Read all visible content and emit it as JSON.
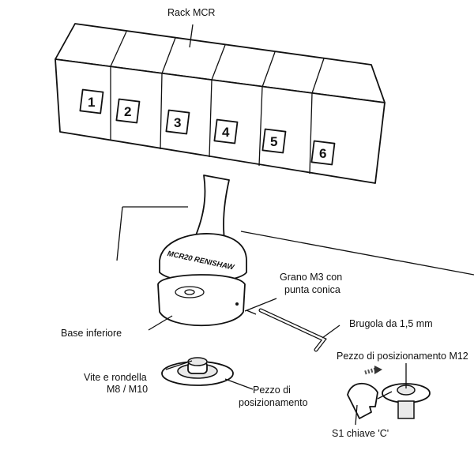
{
  "labels": {
    "rack": "Rack MCR",
    "grub_screw_line1": "Grano M3 con",
    "grub_screw_line2": "punta conica",
    "lower_base": "Base inferiore",
    "hex_key": "Brugola da 1,5 mm",
    "locating_piece_m12": "Pezzo di posizionamento M12",
    "screw_washer_line1": "Vite e rondella",
    "screw_washer_line2": "M8 / M10",
    "locating_piece_line1": "Pezzo di",
    "locating_piece_line2": "posizionamento",
    "c_spanner": "S1 chiave 'C'"
  },
  "rack_ports": [
    "1",
    "2",
    "3",
    "4",
    "5",
    "6"
  ],
  "base_marking": "MCR20 RENISHAW"
}
